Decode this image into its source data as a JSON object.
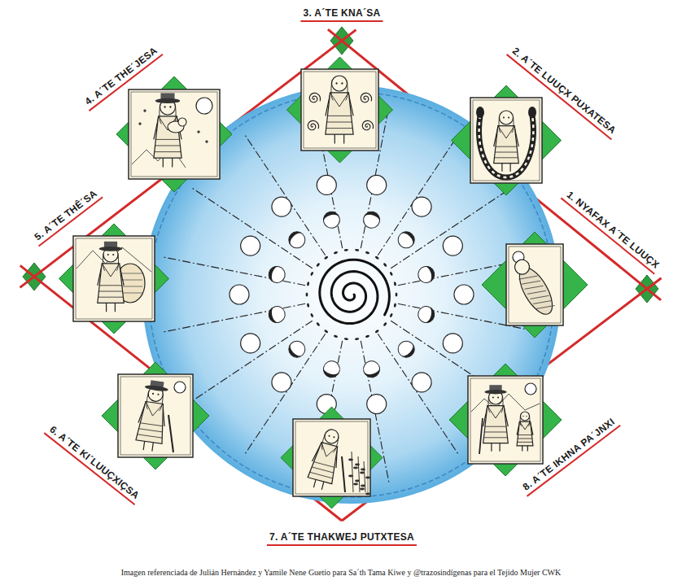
{
  "diagram": {
    "caption": "Imagen referenciada de Julián Hernández y Yamile Nene Guetio para Sa´th Tama Kiwe y @trazosindígenas para el Tejido Mujer CWK",
    "labels": [
      "1. NYAFAX A´TE LUUÇX",
      "2. A´TE LUUÇX PUXATESA",
      "3. A´TE KNA´SA",
      "4. A´TE THE´JESA",
      "5. A´TE THÊ´SA",
      "6. A´TE KI´LUUÇXIÇSA",
      "7. A´TE THAKWEJ PUTXTESA",
      "8. A´TE IKHNA PA´JNXI"
    ]
  }
}
